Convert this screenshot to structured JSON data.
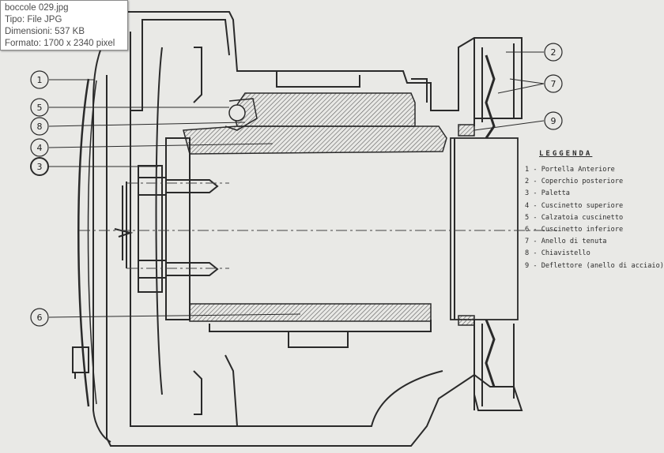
{
  "file_info": {
    "name": "boccole 029.jpg",
    "type": "Tipo: File JPG",
    "size": "Dimensioni: 537 KB",
    "format": "Formato: 1700 x 2340 pixel"
  },
  "legend": {
    "title": "LEGGENDA",
    "items": [
      "1 - Portella Anteriore",
      "2 - Coperchio posteriore",
      "3 - Paletta",
      "4 - Cuscinetto superiore",
      "5 - Calzatoia cuscinetto",
      "6 - Cuscinetto inferiore",
      "7 - Anello di tenuta",
      "8 - Chiavistello",
      "9 - Deflettore (anello di acciaio)"
    ]
  },
  "callouts": [
    "1",
    "2",
    "3",
    "4",
    "5",
    "6",
    "7",
    "8",
    "9"
  ],
  "colors": {
    "paper": "#e9e9e6",
    "ink": "#2a2a2a",
    "hatch": "#6b6b6b"
  }
}
